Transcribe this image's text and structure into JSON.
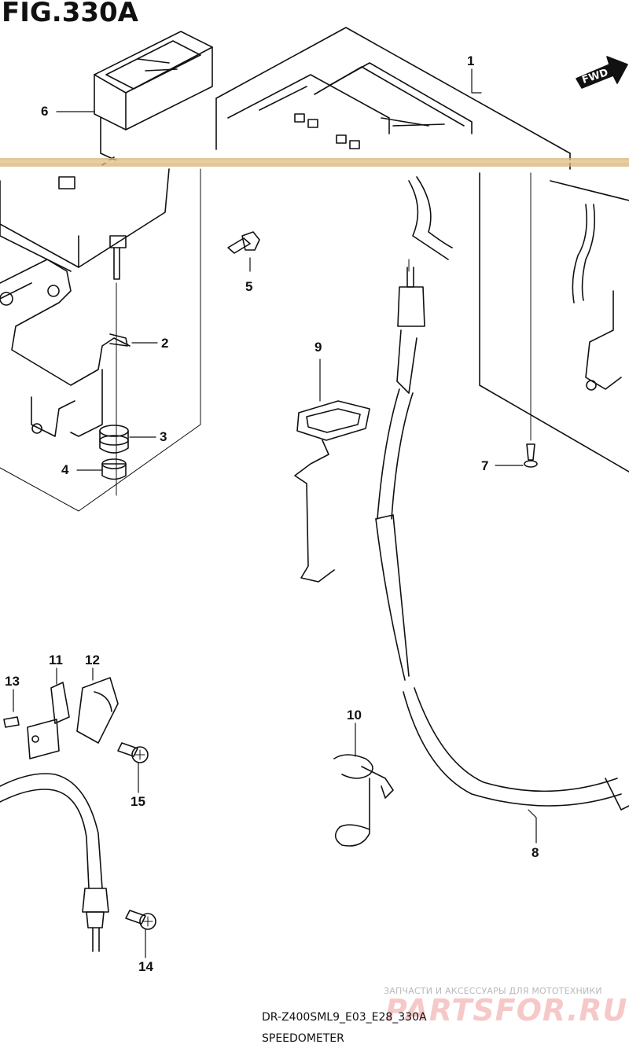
{
  "figure": {
    "title": "FIG.330A",
    "fwd_label": "FWD",
    "code": "DR-Z400SML9_E03_E28_330A",
    "caption": "SPEEDOMETER"
  },
  "callouts": [
    "1",
    "2",
    "3",
    "4",
    "5",
    "6",
    "7",
    "8",
    "9",
    "10",
    "11",
    "12",
    "13",
    "14",
    "15"
  ],
  "watermark": {
    "tagline": "ЗАПЧАСТИ И АКСЕССУАРЫ ДЛЯ МОТОТЕХНИКИ",
    "logo": "PARTSFOR.RU"
  },
  "colors": {
    "line": "#111111",
    "scan_band": "#d8b37a",
    "watermark_logo": "#f6c8c8"
  }
}
